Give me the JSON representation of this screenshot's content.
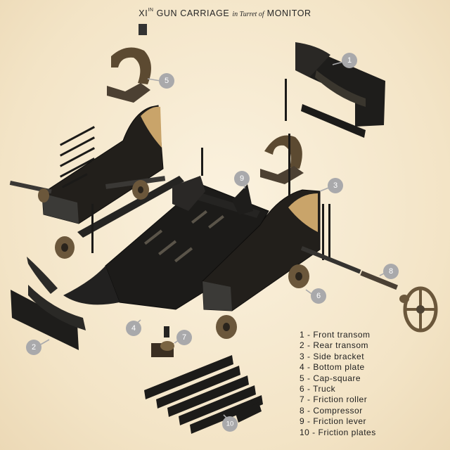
{
  "title": {
    "prefix": "XI",
    "sup": "IN",
    "main": " GUN CARRIAGE ",
    "italic": "in Turret of",
    "end": " MONITOR"
  },
  "callouts": [
    "1",
    "2",
    "3",
    "4",
    "5",
    "6",
    "7",
    "8",
    "9",
    "10"
  ],
  "legend": [
    "1 - Front transom",
    "2 - Rear transom",
    "3 - Side bracket",
    "4 - Bottom plate",
    "5 - Cap-square",
    "6 - Truck",
    "7 - Friction roller",
    "8 - Compressor",
    "9 - Friction lever",
    "10 - Friction plates"
  ],
  "colors": {
    "background": "#f6ead3",
    "metal": "#1d1c1a",
    "bronze": "#6e5a3a",
    "wood": "#c9a46a",
    "callout": "#a9a9ab"
  }
}
